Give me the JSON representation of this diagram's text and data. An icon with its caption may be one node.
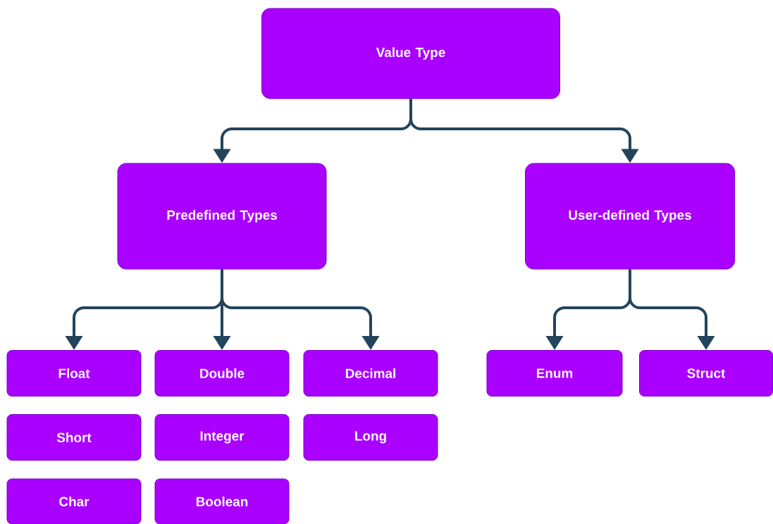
{
  "diagram": {
    "nodes": [
      {
        "text": [
          "Value Type"
        ]
      },
      {
        "text": [
          "Predefined Types"
        ]
      },
      {
        "text": [
          "User-defined Types"
        ]
      },
      {
        "text": [
          "Float"
        ]
      },
      {
        "text": [
          "Double"
        ]
      },
      {
        "text": [
          "Decimal"
        ]
      },
      {
        "text": [
          "Enum"
        ]
      },
      {
        "text": [
          "Struct"
        ]
      },
      {
        "text": [
          "Short"
        ]
      },
      {
        "text": [
          "Integer"
        ]
      },
      {
        "text": [
          "Long"
        ]
      },
      {
        "text": [
          "Char"
        ]
      },
      {
        "text": [
          "Boolean"
        ]
      }
    ],
    "edges": [
      {
        "from": 0,
        "to": 1,
        "arrow": "to"
      },
      {
        "from": 0,
        "to": 2,
        "arrow": "to"
      },
      {
        "from": 1,
        "to": 3,
        "arrow": "to"
      },
      {
        "from": 1,
        "to": 4,
        "arrow": "to"
      },
      {
        "from": 1,
        "to": 5,
        "arrow": "to"
      },
      {
        "from": 2,
        "to": 6,
        "arrow": "to"
      },
      {
        "from": 2,
        "to": 7,
        "arrow": "to"
      }
    ]
  }
}
